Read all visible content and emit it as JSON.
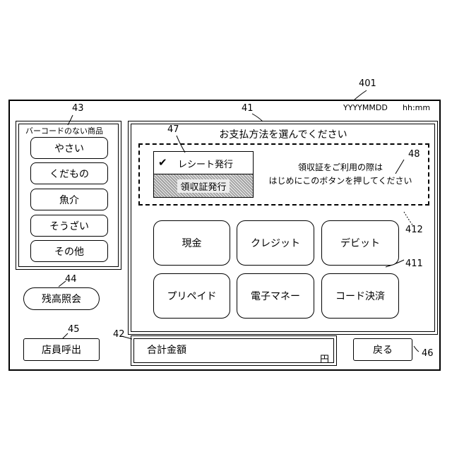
{
  "refs": {
    "r401": "401",
    "r43": "43",
    "r41": "41",
    "r47": "47",
    "r48": "48",
    "r412": "412",
    "r411": "411",
    "r44": "44",
    "r45": "45",
    "r42": "42",
    "r46": "46"
  },
  "datetime": {
    "date": "YYYYMMDD",
    "time": "hh:mm"
  },
  "categories": {
    "title": "バーコードのない商品",
    "items": [
      "やさい",
      "くだもの",
      "魚介",
      "そうざい",
      "その他"
    ]
  },
  "payment": {
    "title": "お支払方法を選んでください",
    "receipt_label": "レシート発行",
    "check_mark": "✔",
    "voucher_label": "領収証発行",
    "hint_line1": "領収証をご利用の際は",
    "hint_line2": "はじめにこのボタンを押してください",
    "methods": [
      "現金",
      "クレジット",
      "デビット",
      "プリペイド",
      "電子マネー",
      "コード決済"
    ]
  },
  "balance_label": "残高照会",
  "call_staff_label": "店員呼出",
  "total": {
    "label": "合計金額",
    "unit": "円"
  },
  "back_label": "戻る"
}
